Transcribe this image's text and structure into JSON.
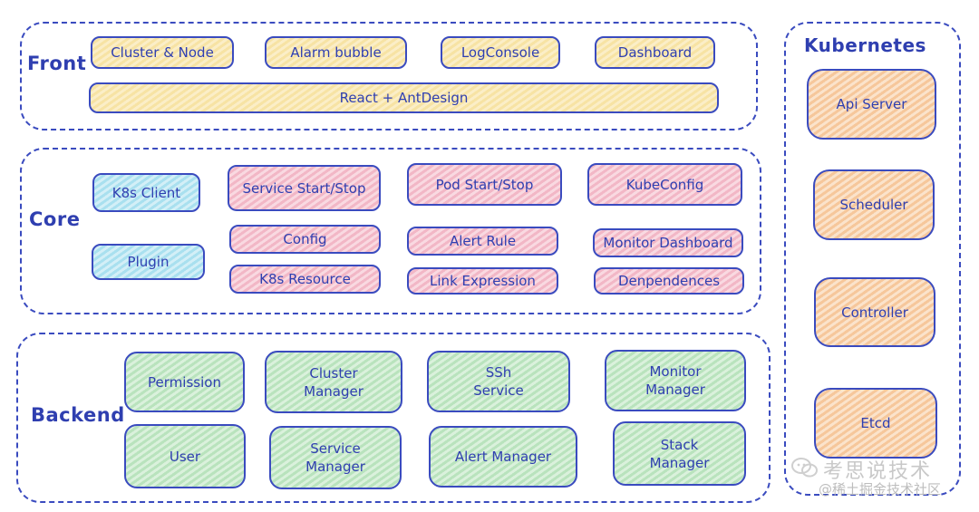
{
  "front": {
    "label": "Front",
    "items": [
      "Cluster & Node",
      "Alarm bubble",
      "LogConsole",
      "Dashboard"
    ],
    "framework": "React +  AntDesign"
  },
  "core": {
    "label": "Core",
    "items": [
      "K8s Client",
      "Plugin",
      "Service Start/Stop",
      "Pod Start/Stop",
      "KubeConfig",
      "Config",
      "Alert Rule",
      "Monitor Dashboard",
      "K8s Resource",
      "Link Expression",
      "Denpendences"
    ]
  },
  "backend": {
    "label": "Backend",
    "items": [
      "Permission",
      "Cluster\nManager",
      "SSh\nService",
      "Monitor\nManager",
      "User",
      "Service\nManager",
      "Alert Manager",
      "Stack\nManager"
    ]
  },
  "kubernetes": {
    "label": "Kubernetes",
    "items": [
      "Api Server",
      "Scheduler",
      "Controller",
      "Etcd"
    ]
  },
  "watermark": {
    "line1": "考思说技术",
    "line2": "@稀土掘金技术社区"
  },
  "colors": {
    "border": "#3a4bbf",
    "text": "#2f3fb0",
    "front": "#f7e3a4",
    "core_client": "#a9e0ef",
    "core": "#f2b7c6",
    "backend": "#b9e3bd",
    "kubernetes": "#f6c79b"
  }
}
